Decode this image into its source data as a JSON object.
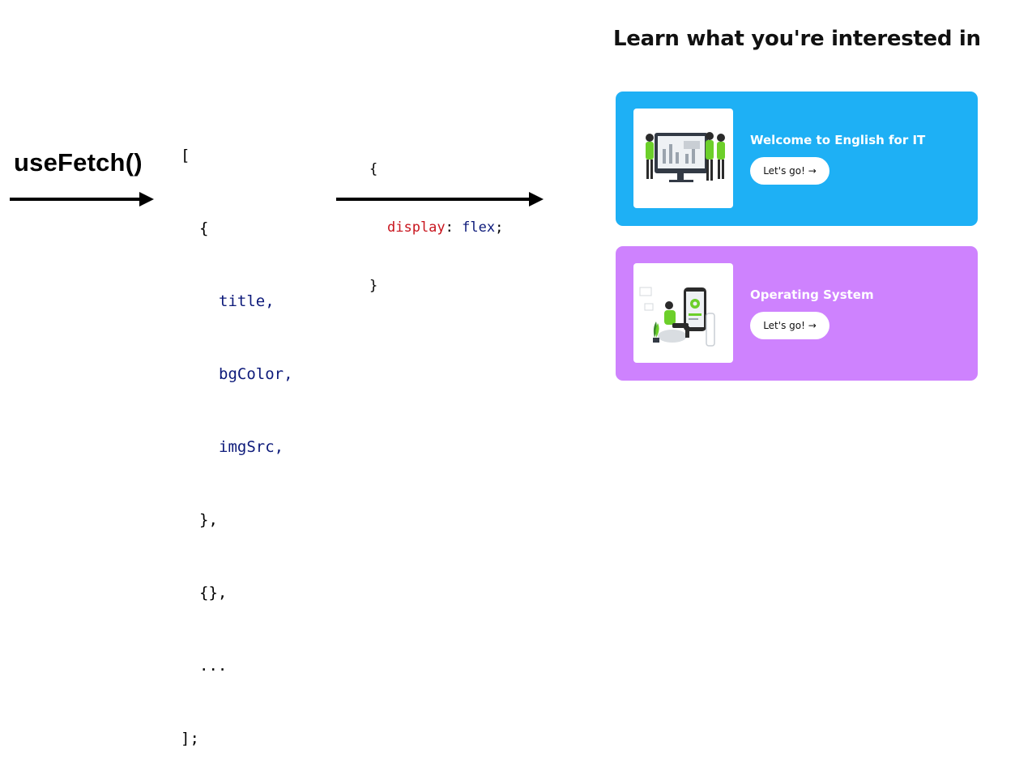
{
  "hook": {
    "label": "useFetch()"
  },
  "data_code": {
    "open_bracket": "[",
    "open_brace": "{",
    "field_title": "title,",
    "field_bgcolor": "bgColor,",
    "field_imgsrc": "imgSrc,",
    "close_brace": "},",
    "empty_object": "{},",
    "ellipsis": "...",
    "close_bracket": "];"
  },
  "css_code": {
    "open_brace": "{",
    "property": "display",
    "colon": ":",
    "value": "flex",
    "semicolon": ";",
    "close_brace": "}"
  },
  "page": {
    "heading": "Learn what you're interested in",
    "cards": [
      {
        "title": "Welcome to English for IT",
        "button": "Let's go! →",
        "bg_color": "#1eb0f5",
        "image": "people-with-monitor-illustration"
      },
      {
        "title": "Operating System",
        "button": "Let's go! →",
        "bg_color": "#ce82fe",
        "image": "man-with-phone-illustration"
      }
    ]
  },
  "colors": {
    "code_identifier": "#0d1a7a",
    "css_property": "#c8141d",
    "arrow": "#000000"
  }
}
